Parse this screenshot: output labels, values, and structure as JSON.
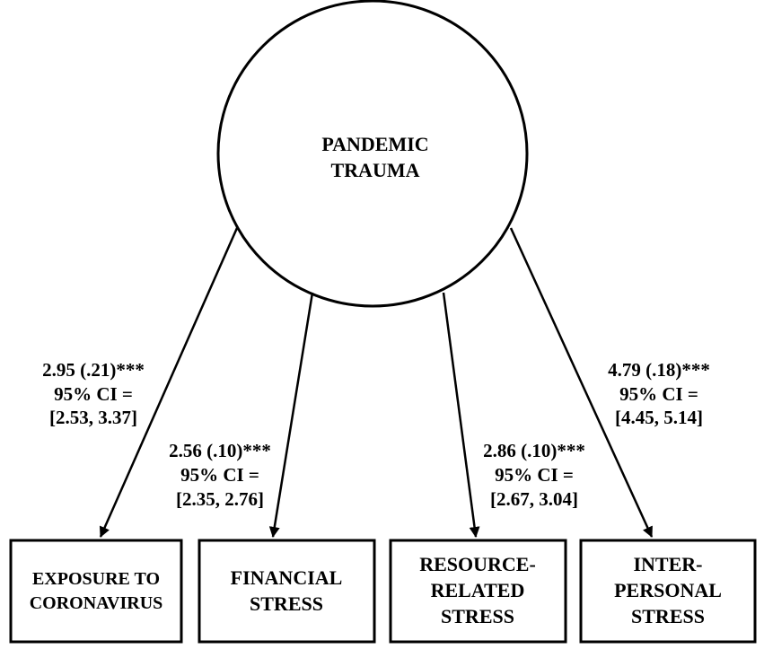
{
  "colors": {
    "stroke": "#000000",
    "text": "#000000",
    "background": "#ffffff"
  },
  "latent": {
    "lines": [
      "PANDEMIC",
      "TRAUMA"
    ]
  },
  "indicators": [
    {
      "id": "exposure",
      "lines": [
        "EXPOSURE TO",
        "CORONAVIRUS"
      ],
      "estimate": "2.95 (.21)***",
      "ci_label": "95% CI =",
      "ci": "[2.53, 3.37]"
    },
    {
      "id": "financial",
      "lines": [
        "FINANCIAL",
        "STRESS"
      ],
      "estimate": "2.56 (.10)***",
      "ci_label": "95% CI =",
      "ci": "[2.35, 2.76]"
    },
    {
      "id": "resource",
      "lines": [
        "RESOURCE-",
        "RELATED",
        "STRESS"
      ],
      "estimate": "2.86 (.10)***",
      "ci_label": "95% CI =",
      "ci": "[2.67, 3.04]"
    },
    {
      "id": "interpersonal",
      "lines": [
        "INTER-",
        "PERSONAL",
        "STRESS"
      ],
      "estimate": "4.79 (.18)***",
      "ci_label": "95% CI =",
      "ci": "[4.45, 5.14]"
    }
  ]
}
